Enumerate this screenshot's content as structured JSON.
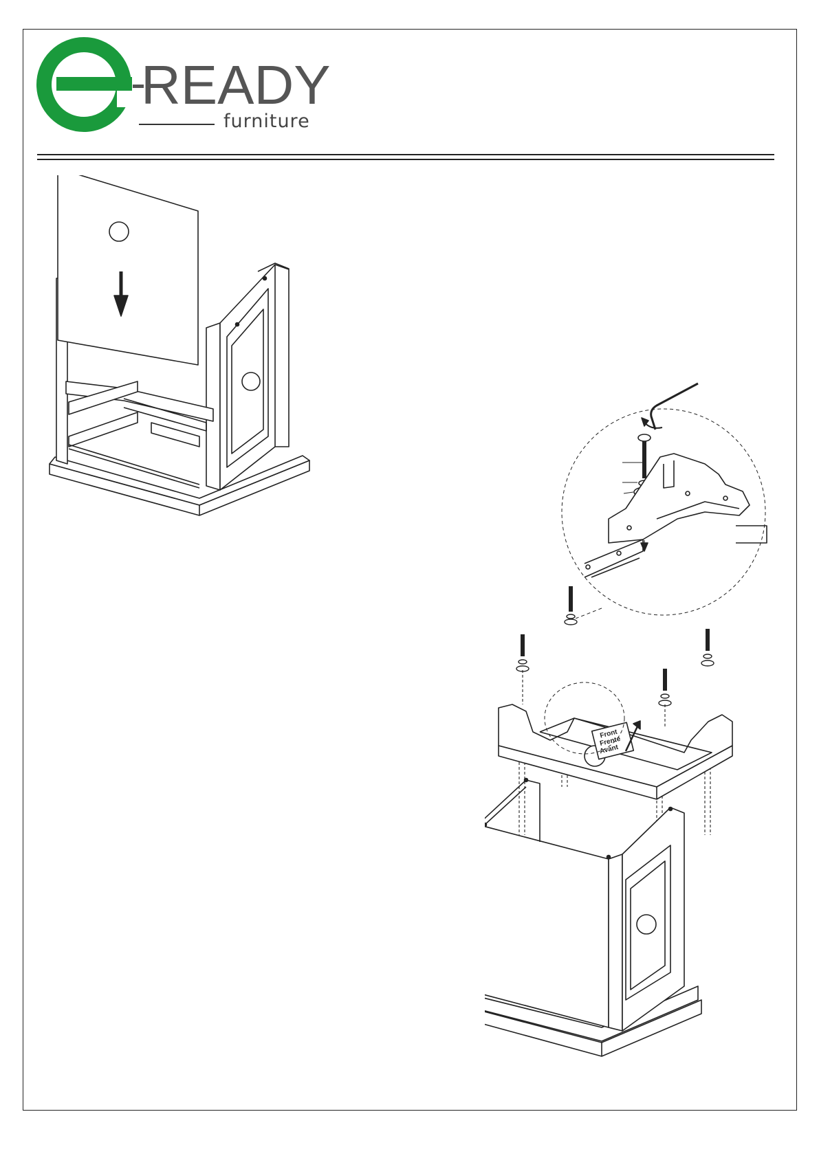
{
  "brand": {
    "logo_letter": "e",
    "name": "READY",
    "subtitle": "furniture",
    "accent_color": "#1a9a3c",
    "text_color": "#555555"
  },
  "top_illustration": {
    "icon": "back-panel-insert-illustration"
  },
  "bottom_illustration": {
    "icon": "top-assembly-illustration",
    "direction_label": [
      "Front",
      "Frente",
      "Avant"
    ]
  },
  "detail_callout": {
    "icon": "bolt-washer-detail-icon",
    "tool_icon": "allen-key-icon"
  }
}
